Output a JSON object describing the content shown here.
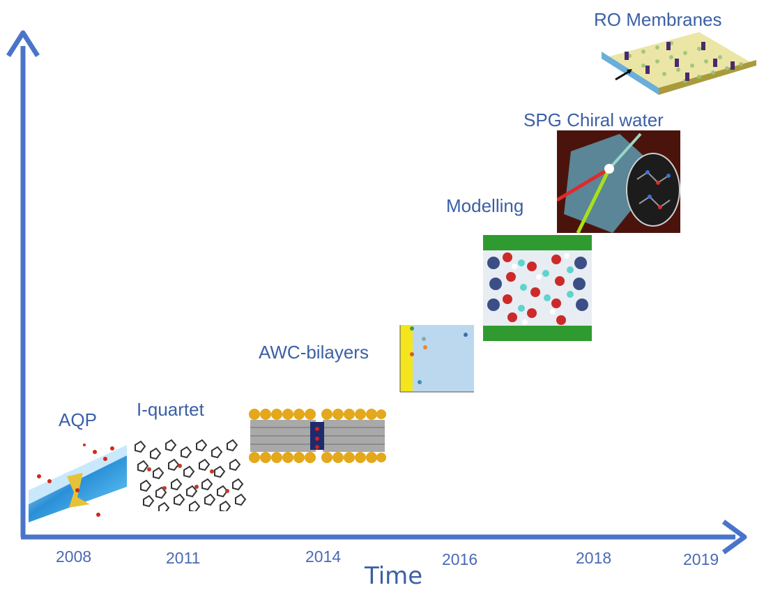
{
  "milestones": [
    {
      "label": "AQP",
      "icon": "aquaporin-membrane-image"
    },
    {
      "label": "I-quartet",
      "icon": "i-quartet-lattice-image"
    },
    {
      "label": "AWC-bilayers",
      "icon": "lipid-bilayer-channel-image"
    },
    {
      "label": "Modelling",
      "icon": "molecular-simulation-image"
    },
    {
      "label": "SPG Chiral water",
      "icon": "chiral-water-laser-image"
    },
    {
      "label": "RO Membranes",
      "icon": "ro-membrane-image"
    }
  ],
  "years": [
    "2008",
    "2011",
    "2014",
    "2016",
    "2018",
    "2019"
  ],
  "axis_label": "Time",
  "colors": {
    "axis": "#4a74c9",
    "text": "#3b5fa6"
  }
}
